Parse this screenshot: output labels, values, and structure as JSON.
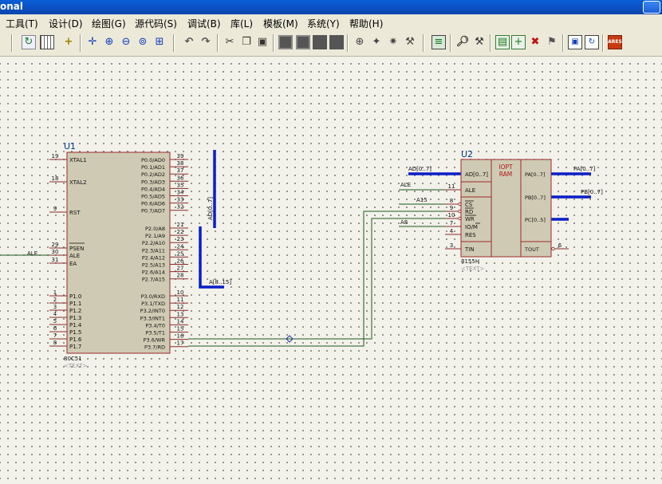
{
  "window": {
    "title": "onal"
  },
  "menu": {
    "items": [
      "工具(T)",
      "设计(D)",
      "绘图(G)",
      "源代码(S)",
      "调试(B)",
      "库(L)",
      "模板(M)",
      "系统(Y)",
      "帮助(H)"
    ]
  },
  "toolbar": {
    "buttons": [
      "refresh-icon",
      "grid-icon",
      "origin-icon",
      "pan-icon",
      "zoom-in-icon",
      "zoom-out-icon",
      "zoom-all-icon",
      "zoom-area-icon",
      "undo-icon",
      "redo-icon",
      "cut-icon",
      "copy-icon",
      "paste-icon",
      "block-copy-icon",
      "block-move-icon",
      "block-rotate-icon",
      "block-delete-icon",
      "pick-device-icon",
      "make-device-icon",
      "packaging-icon",
      "decompose-icon",
      "wire-autorouter-icon",
      "search-icon",
      "property-assign-icon",
      "new-sheet-icon",
      "delete-sheet-icon",
      "goto-sheet-icon",
      "bom-icon",
      "erc-icon",
      "netlist-icon",
      "ares-icon"
    ],
    "ares_label": "ARES"
  },
  "u1": {
    "ref": "U1",
    "part": "80C51",
    "text": "<TEXT>",
    "left_pins": [
      {
        "num": "19",
        "name": "XTAL1"
      },
      {
        "num": "18",
        "name": "XTAL2"
      },
      {
        "num": "9",
        "name": "RST"
      },
      {
        "num": "29",
        "name": "PSEN"
      },
      {
        "num": "30",
        "name": "ALE"
      },
      {
        "num": "31",
        "name": "EA"
      },
      {
        "num": "1",
        "name": "P1.0"
      },
      {
        "num": "2",
        "name": "P1.1"
      },
      {
        "num": "3",
        "name": "P1.2"
      },
      {
        "num": "4",
        "name": "P1.3"
      },
      {
        "num": "5",
        "name": "P1.4"
      },
      {
        "num": "6",
        "name": "P1.5"
      },
      {
        "num": "7",
        "name": "P1.6"
      },
      {
        "num": "8",
        "name": "P1.7"
      }
    ],
    "right_pins": [
      {
        "num": "39",
        "name": "P0.0/AD0"
      },
      {
        "num": "38",
        "name": "P0.1/AD1"
      },
      {
        "num": "37",
        "name": "P0.2/AD2"
      },
      {
        "num": "36",
        "name": "P0.3/AD3"
      },
      {
        "num": "35",
        "name": "P0.4/AD4"
      },
      {
        "num": "34",
        "name": "P0.5/AD5"
      },
      {
        "num": "33",
        "name": "P0.6/AD6"
      },
      {
        "num": "32",
        "name": "P0.7/AD7"
      },
      {
        "num": "21",
        "name": "P2.0/A8"
      },
      {
        "num": "22",
        "name": "P2.1/A9"
      },
      {
        "num": "23",
        "name": "P2.2/A10"
      },
      {
        "num": "24",
        "name": "P2.3/A11"
      },
      {
        "num": "25",
        "name": "P2.4/A12"
      },
      {
        "num": "26",
        "name": "P2.5/A13"
      },
      {
        "num": "27",
        "name": "P2.6/A14"
      },
      {
        "num": "28",
        "name": "P2.7/A15"
      },
      {
        "num": "10",
        "name": "P3.0/RXD"
      },
      {
        "num": "11",
        "name": "P3.1/TXD"
      },
      {
        "num": "12",
        "name": "P3.2/INT0"
      },
      {
        "num": "13",
        "name": "P3.3/INT1"
      },
      {
        "num": "14",
        "name": "P3.4/T0"
      },
      {
        "num": "15",
        "name": "P3.5/T1"
      },
      {
        "num": "16",
        "name": "P3.6/WR"
      },
      {
        "num": "17",
        "name": "P3.7/RD"
      }
    ]
  },
  "u2": {
    "ref": "U2",
    "part": "8155H",
    "text": "<TEXT>",
    "title1": "IOPT",
    "title2": "RAM",
    "left_pins": [
      {
        "num": "",
        "name": "AD[0..7]"
      },
      {
        "num": "11",
        "name": "ALE"
      },
      {
        "num": "8",
        "name": "CS"
      },
      {
        "num": "9",
        "name": "RD"
      },
      {
        "num": "10",
        "name": "WR"
      },
      {
        "num": "7",
        "name": "IO/M"
      },
      {
        "num": "4",
        "name": "RES"
      },
      {
        "num": "3",
        "name": "TIN"
      }
    ],
    "right_pins": [
      {
        "num": "",
        "name": "PA[0..7]"
      },
      {
        "num": "",
        "name": "PB[0..7]"
      },
      {
        "num": "",
        "name": "PC[0..5]"
      },
      {
        "num": "6",
        "name": "TOUT"
      }
    ]
  },
  "nets": {
    "ale_left": "ALE",
    "ad_bus_u1": "AD[0..7]",
    "a_bus_u1": "A[8..15]",
    "ad_bus_u2": "AD[0..7]",
    "ale_u2": "ALE",
    "a15": "A15",
    "a8": "A8",
    "pa": "PA[0..7]",
    "pb": "PB[0..7]"
  },
  "colors": {
    "body_fill": "#cfcab3",
    "body_stroke": "#9c2a2a",
    "wire": "#1c5a1c",
    "bus": "#0a1ec8",
    "pin": "#8a2a2a",
    "text": "#111111",
    "ref_text": "#003a8a"
  }
}
